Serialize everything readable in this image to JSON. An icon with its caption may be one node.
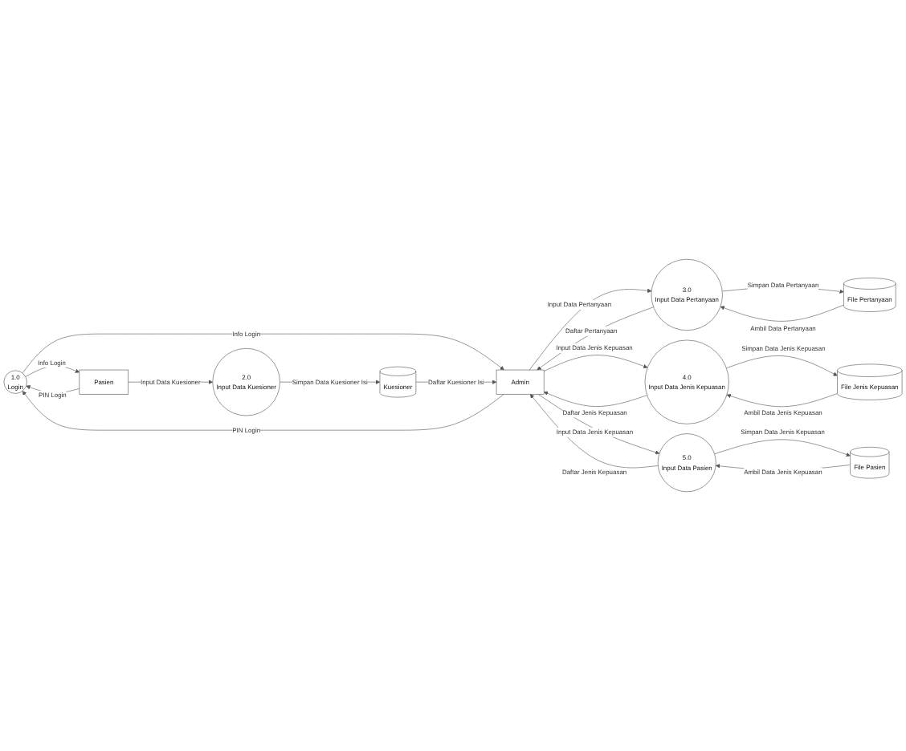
{
  "diagram": {
    "nodes": [
      {
        "text": [
          "1.0",
          "Login"
        ]
      },
      {
        "text": [
          "Pasien"
        ]
      },
      {
        "text": [
          "2.0",
          "Input Data Kuesioner"
        ]
      },
      {
        "text": [
          "Kuesioner"
        ]
      },
      {
        "text": [
          "Admin"
        ]
      },
      {
        "text": [
          "3.0",
          "Input Data Pertanyaan"
        ]
      },
      {
        "text": [
          "File Pertanyaan"
        ]
      },
      {
        "text": [
          "4.0",
          "Input Data Jenis Kepuasan"
        ]
      },
      {
        "text": [
          "File Jenis Kepuasan"
        ]
      },
      {
        "text": [
          "5.0",
          "Input Data Pasien"
        ]
      },
      {
        "text": [
          "File Pasien"
        ]
      }
    ],
    "edges": [
      {
        "from": 4,
        "to": 0,
        "arrow": "to",
        "label": "PIN Login"
      },
      {
        "from": 0,
        "to": 1,
        "arrow": "to",
        "label": "Info Login"
      },
      {
        "from": 1,
        "to": 0,
        "arrow": "to",
        "label": "PIN Login"
      },
      {
        "from": 0,
        "to": 4,
        "arrow": "to",
        "label": "Info Login"
      },
      {
        "from": 1,
        "to": 2,
        "arrow": "to",
        "label": "Input Data Kuesioner"
      },
      {
        "from": 2,
        "to": 3,
        "arrow": "to",
        "label": "Simpan Data Kuesioner Isi"
      },
      {
        "from": 3,
        "to": 4,
        "arrow": "to",
        "label": "Daftar Kuesioner Isi"
      },
      {
        "from": 5,
        "to": 6,
        "arrow": "to",
        "label": "Simpan Data Pertanyaan"
      },
      {
        "from": 6,
        "to": 5,
        "arrow": "to",
        "label": "Ambil Data Pertanyaan"
      },
      {
        "from": 5,
        "to": 4,
        "arrow": "to",
        "label": "Daftar Pertanyaan"
      },
      {
        "from": 4,
        "to": 5,
        "arrow": "to",
        "label": "Input Data Pertanyaan"
      },
      {
        "from": 7,
        "to": 8,
        "arrow": "to",
        "label": "Simpan Data Jenis Kepuasan"
      },
      {
        "from": 8,
        "to": 7,
        "arrow": "to",
        "label": "Ambil Data Jenis Kepuasan"
      },
      {
        "from": 7,
        "to": 4,
        "arrow": "to",
        "label": "Daftar Jenis Kepuasan"
      },
      {
        "from": 4,
        "to": 7,
        "arrow": "to",
        "label": "Input Data Jenis Kepuasan"
      },
      {
        "from": 9,
        "to": 10,
        "arrow": "to",
        "label": "Simpan Data Jenis Kepuasan"
      },
      {
        "from": 10,
        "to": 9,
        "arrow": "to",
        "label": "Ambil Data Jenis Kepuasan"
      },
      {
        "from": 9,
        "to": 4,
        "arrow": "to",
        "label": "Daftar Jenis Kepuasan"
      },
      {
        "from": 4,
        "to": 9,
        "arrow": "to",
        "label": "Input Data Jenis Kepuasan"
      }
    ]
  }
}
